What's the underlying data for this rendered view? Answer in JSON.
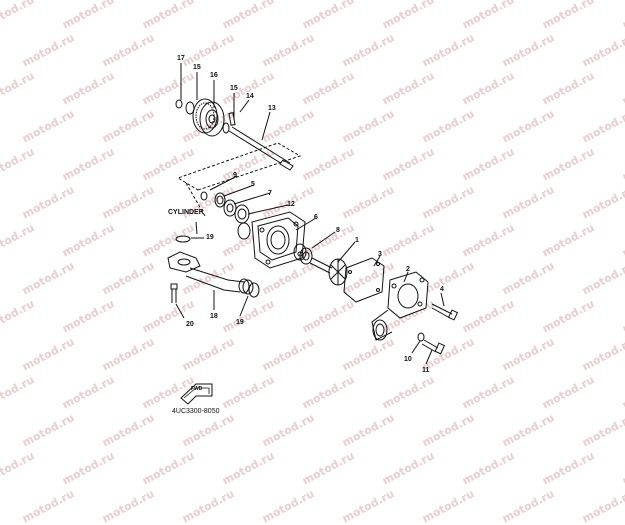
{
  "watermark": "motod.ru",
  "labels": {
    "p1": "1",
    "p2": "2",
    "p3": "3",
    "p4": "4",
    "p5": "5",
    "p6": "6",
    "p7": "7",
    "p8": "8",
    "p9": "9",
    "p10": "10",
    "p11": "11",
    "p12": "12",
    "p13": "13",
    "p14": "14",
    "p15a": "15",
    "p15b": "15",
    "p16": "16",
    "p17": "17",
    "p18": "18",
    "p19a": "19",
    "p19b": "19",
    "p20": "20",
    "cylinder": "CYLINDER"
  },
  "fwd_badge": "FWD",
  "diagram_code": "4UC3300-8050"
}
